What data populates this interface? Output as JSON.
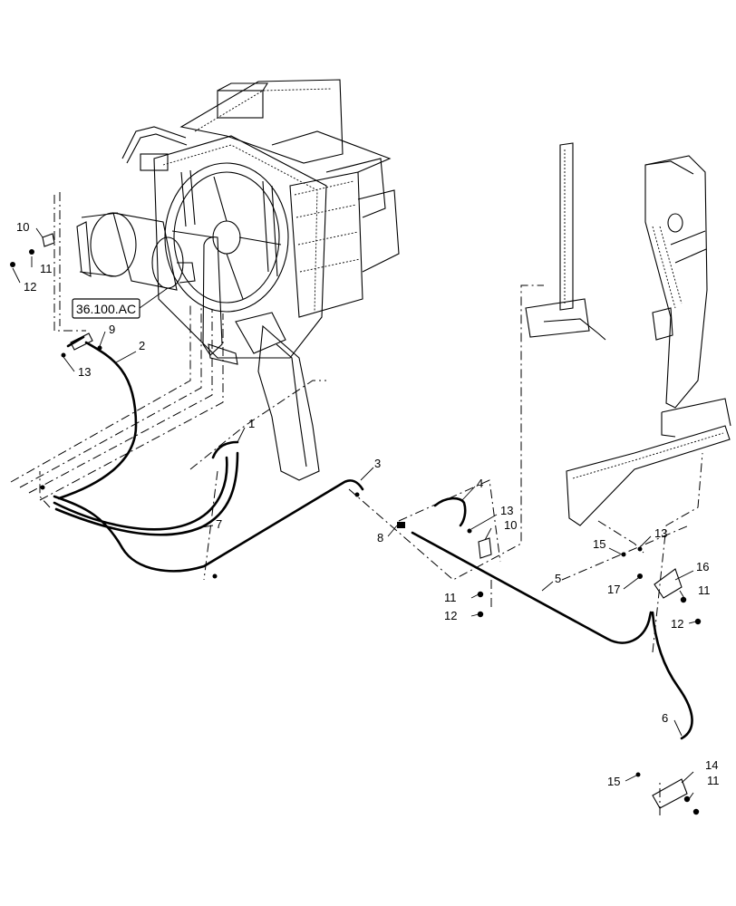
{
  "reference_box": {
    "label": "36.100.AC"
  },
  "callouts": [
    {
      "id": "c1",
      "text": "1"
    },
    {
      "id": "c2",
      "text": "2"
    },
    {
      "id": "c3",
      "text": "3"
    },
    {
      "id": "c4",
      "text": "4"
    },
    {
      "id": "c5",
      "text": "5"
    },
    {
      "id": "c6",
      "text": "6"
    },
    {
      "id": "c7",
      "text": "7"
    },
    {
      "id": "c8",
      "text": "8"
    },
    {
      "id": "c9",
      "text": "9"
    },
    {
      "id": "c10a",
      "text": "10"
    },
    {
      "id": "c10b",
      "text": "10"
    },
    {
      "id": "c11a",
      "text": "11"
    },
    {
      "id": "c11b",
      "text": "11"
    },
    {
      "id": "c11c",
      "text": "11"
    },
    {
      "id": "c11d",
      "text": "11"
    },
    {
      "id": "c12a",
      "text": "12"
    },
    {
      "id": "c12b",
      "text": "12"
    },
    {
      "id": "c12c",
      "text": "12"
    },
    {
      "id": "c13a",
      "text": "13"
    },
    {
      "id": "c13b",
      "text": "13"
    },
    {
      "id": "c13c",
      "text": "13"
    },
    {
      "id": "c14",
      "text": "14"
    },
    {
      "id": "c15a",
      "text": "15"
    },
    {
      "id": "c15b",
      "text": "15"
    },
    {
      "id": "c16",
      "text": "16"
    },
    {
      "id": "c17",
      "text": "17"
    }
  ]
}
